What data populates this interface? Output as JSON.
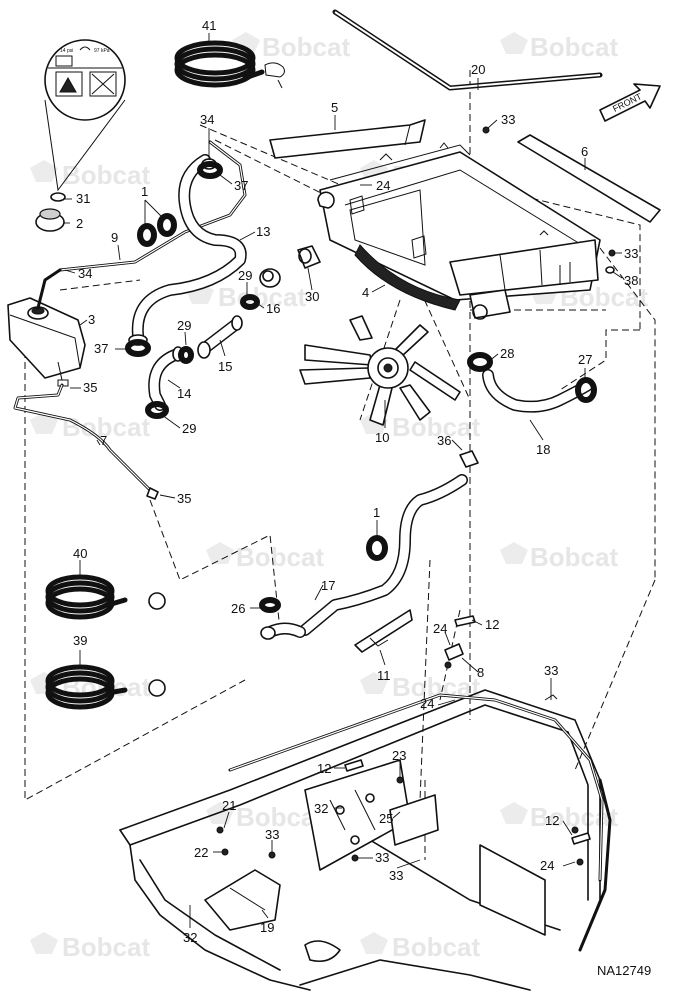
{
  "watermark": {
    "brand": "Bobcat"
  },
  "drawing_id": "NA12749",
  "front_label": "FRONT",
  "cap_label": {
    "pressure_psi": "14 psi",
    "pressure_kpa": "97 kPa"
  },
  "callouts": [
    {
      "id": "c41",
      "text": "41"
    },
    {
      "id": "c20",
      "text": "20"
    },
    {
      "id": "c5",
      "text": "5"
    },
    {
      "id": "c33a",
      "text": "33"
    },
    {
      "id": "c34a",
      "text": "34"
    },
    {
      "id": "c6",
      "text": "6"
    },
    {
      "id": "c37a",
      "text": "37"
    },
    {
      "id": "c24a",
      "text": "24"
    },
    {
      "id": "c31",
      "text": "31"
    },
    {
      "id": "c1a",
      "text": "1"
    },
    {
      "id": "c2",
      "text": "2"
    },
    {
      "id": "c13",
      "text": "13"
    },
    {
      "id": "c9",
      "text": "9"
    },
    {
      "id": "c33b",
      "text": "33"
    },
    {
      "id": "c38",
      "text": "38"
    },
    {
      "id": "c34b",
      "text": "34"
    },
    {
      "id": "c29a",
      "text": "29"
    },
    {
      "id": "c4",
      "text": "4"
    },
    {
      "id": "c30",
      "text": "30"
    },
    {
      "id": "c16",
      "text": "16"
    },
    {
      "id": "c3",
      "text": "3"
    },
    {
      "id": "c29b",
      "text": "29"
    },
    {
      "id": "c37b",
      "text": "37"
    },
    {
      "id": "c28",
      "text": "28"
    },
    {
      "id": "c27",
      "text": "27"
    },
    {
      "id": "c15",
      "text": "15"
    },
    {
      "id": "c35a",
      "text": "35"
    },
    {
      "id": "c14",
      "text": "14"
    },
    {
      "id": "c29c",
      "text": "29"
    },
    {
      "id": "c10",
      "text": "10"
    },
    {
      "id": "c36",
      "text": "36"
    },
    {
      "id": "c18",
      "text": "18"
    },
    {
      "id": "c7",
      "text": "7"
    },
    {
      "id": "c35b",
      "text": "35"
    },
    {
      "id": "c1b",
      "text": "1"
    },
    {
      "id": "c40",
      "text": "40"
    },
    {
      "id": "c17",
      "text": "17"
    },
    {
      "id": "c26",
      "text": "26"
    },
    {
      "id": "c12a",
      "text": "12"
    },
    {
      "id": "c24b",
      "text": "24"
    },
    {
      "id": "c39",
      "text": "39"
    },
    {
      "id": "c8",
      "text": "8"
    },
    {
      "id": "c11",
      "text": "11"
    },
    {
      "id": "c33c",
      "text": "33"
    },
    {
      "id": "c24c",
      "text": "24"
    },
    {
      "id": "c23",
      "text": "23"
    },
    {
      "id": "c12b",
      "text": "12"
    },
    {
      "id": "c32a",
      "text": "32"
    },
    {
      "id": "c21",
      "text": "21"
    },
    {
      "id": "c25",
      "text": "25"
    },
    {
      "id": "c33d",
      "text": "33"
    },
    {
      "id": "c12c",
      "text": "12"
    },
    {
      "id": "c22",
      "text": "22"
    },
    {
      "id": "c33e",
      "text": "33"
    },
    {
      "id": "c24d",
      "text": "24"
    },
    {
      "id": "c33f",
      "text": "33"
    },
    {
      "id": "c19",
      "text": "19"
    },
    {
      "id": "c32b",
      "text": "32"
    }
  ]
}
